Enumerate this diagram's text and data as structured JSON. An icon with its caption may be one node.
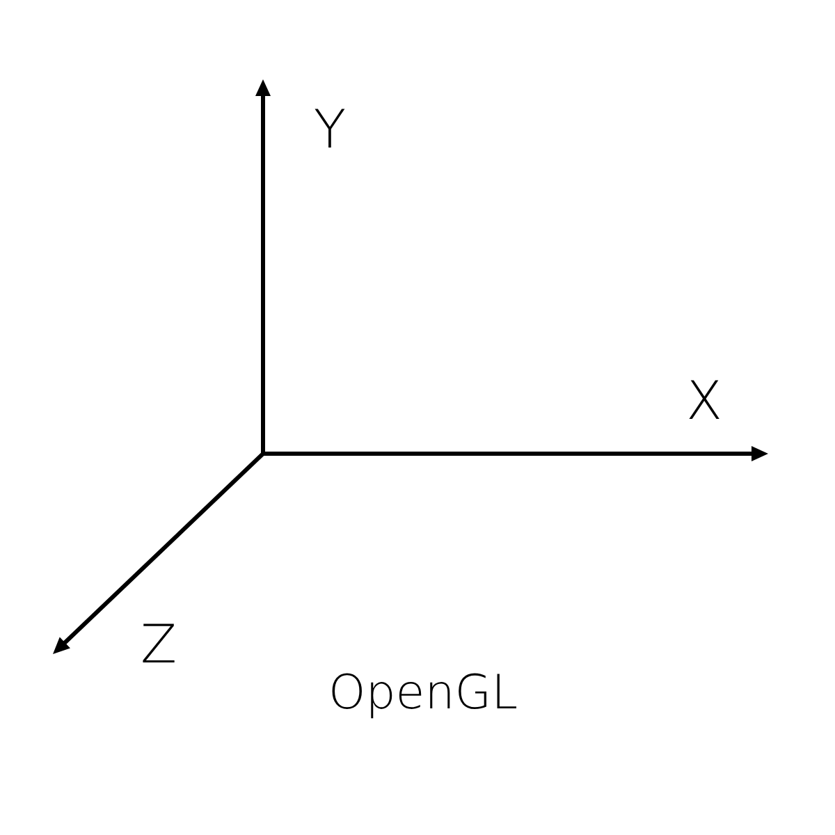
{
  "diagram": {
    "caption": "OpenGL",
    "labels": [
      "Y",
      "X",
      "Z"
    ]
  }
}
